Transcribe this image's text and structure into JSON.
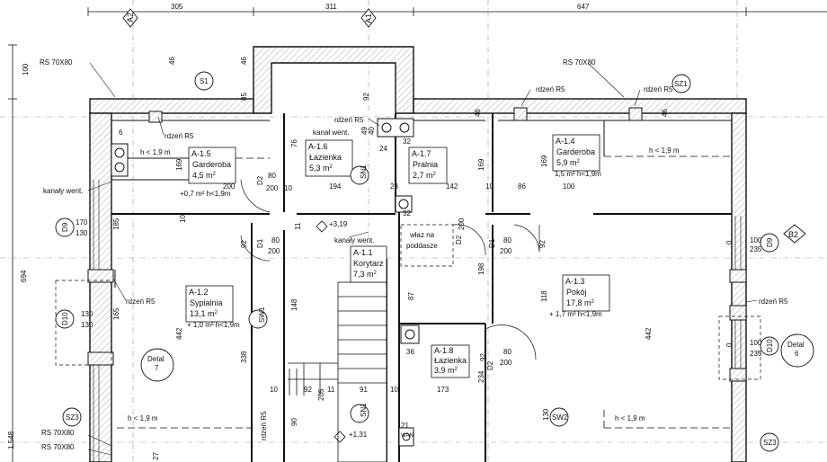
{
  "colors": {
    "ink": "#111111",
    "hatch": "#c8c8c8",
    "dash": "#9a9a9a"
  },
  "top_dims": {
    "d1": "305",
    "d2": "311",
    "d3": "647"
  },
  "axes": {
    "a2": "A2",
    "a1": "A1",
    "b2": "B2"
  },
  "left_dims": {
    "v100": "100",
    "v694": "694",
    "v1548": "1,548"
  },
  "rs_labels": {
    "tl": "RS 70X80",
    "tr": "RS 70X80",
    "bl1": "RS 70X80",
    "bl2": "RS 70X80"
  },
  "rdzen": {
    "r1": "rdzeń R5",
    "r2": "rdzeń R5",
    "r3": "rdzeń R5",
    "r4": "rdzeń R5",
    "r5": "rdzeń R5",
    "r6": "rdzeń R5",
    "r7": "rdzeń R5"
  },
  "kanaly": {
    "k1": "kanały went.",
    "k2": "kanał went.",
    "k3": "kanały went."
  },
  "symbols": {
    "s1": "S1",
    "sz1": "SZ1",
    "sn1a": "SN1",
    "sn1b": "SN1",
    "sw1": "SW1",
    "sw2": "SW2",
    "sz3a": "SZ3",
    "sz3b": "SZ3",
    "d9": "D9",
    "d10": "D10",
    "d9b": "D9",
    "d10b": "D10"
  },
  "details": {
    "left": {
      "title": "Detal",
      "num": "7"
    },
    "right": {
      "title": "Detal",
      "num": "6"
    }
  },
  "rooms": {
    "r15": {
      "code": "A-1.5",
      "name": "Garderoba",
      "area": "4,5 m",
      "extra": "+0,7 m² h<1,9m"
    },
    "r16": {
      "code": "A-1.6",
      "name": "Łazienka",
      "area": "5,3 m"
    },
    "r17": {
      "code": "A-1.7",
      "name": "Pralnia",
      "area": "2,7 m"
    },
    "r14": {
      "code": "A-1.4",
      "name": "Garderoba",
      "area": "5,9 m",
      "extra": "1,5 m² h<1,9m"
    },
    "r11": {
      "code": "A-1.1",
      "name": "Korytarz",
      "area": "7,3 m"
    },
    "r12": {
      "code": "A-1.2",
      "name": "Sypialnia",
      "area": "13,1 m",
      "extra": "+ 1,0 m² h<1,9m"
    },
    "r13": {
      "code": "A-1.3",
      "name": "Pokój",
      "area": "17,8 m",
      "extra": "+ 1,7 m² h<1,9m"
    },
    "r18": {
      "code": "A-1.8",
      "name": "Łazienka",
      "area": "3,9 m"
    }
  },
  "sup2": "2",
  "heights": {
    "h1": "h < 1,9 m",
    "h2": "h < 1,9 m",
    "h3": "h < 1,9 m",
    "h4": "h < 1,9 m"
  },
  "levels": {
    "top": "+3,19",
    "bottom": "+1,31"
  },
  "hatch_text": {
    "wlaz1": "właz na",
    "wlaz2": "poddasze"
  },
  "doors": {
    "d2a": "D2",
    "d2b": "D2",
    "d1a": "D1",
    "d1b": "D1",
    "d2c": "D2"
  },
  "dims": {
    "n46a": "46",
    "n46b": "46",
    "n85": "85",
    "n92a": "92",
    "n76": "76",
    "n40": "40",
    "n49": "49",
    "n24": "24",
    "n32a": "32",
    "n32b": "32",
    "n46c": "46",
    "n46d": "46",
    "n6": "6",
    "n169a": "169",
    "n169b": "169",
    "n169c": "169",
    "n200a": "200",
    "n194": "194",
    "n23": "23",
    "n142": "142",
    "n10a": "10",
    "n86": "86",
    "n100a": "100",
    "n80a": "80",
    "n200b": "200",
    "n10b": "10",
    "n10c": "10",
    "n170": "170",
    "n130a": "130",
    "n130b": "130",
    "n130c": "130",
    "n185": "185",
    "n165": "165",
    "n80b": "80",
    "n200c": "200",
    "n11": "11",
    "n200d": "200",
    "n80c": "80",
    "n200e": "200",
    "n92b": "92",
    "n92c": "92",
    "n92d": "92",
    "n87": "87",
    "n198": "198",
    "n118": "118",
    "n148": "148",
    "n442a": "442",
    "n442b": "442",
    "n338": "338",
    "n36": "36",
    "n80d": "80",
    "n200f": "200",
    "n234": "234",
    "n173": "173",
    "n205": "205",
    "n10d": "10",
    "n92e": "92",
    "n11b": "11",
    "n91": "91",
    "n10e": "10",
    "n90": "90",
    "n21": "21",
    "n130d": "130",
    "n100b": "100",
    "n235a": "235",
    "n100c": "100",
    "n235b": "235",
    "n0a": "0",
    "n0b": "0",
    "n27": "27"
  },
  "wan": "WAN"
}
